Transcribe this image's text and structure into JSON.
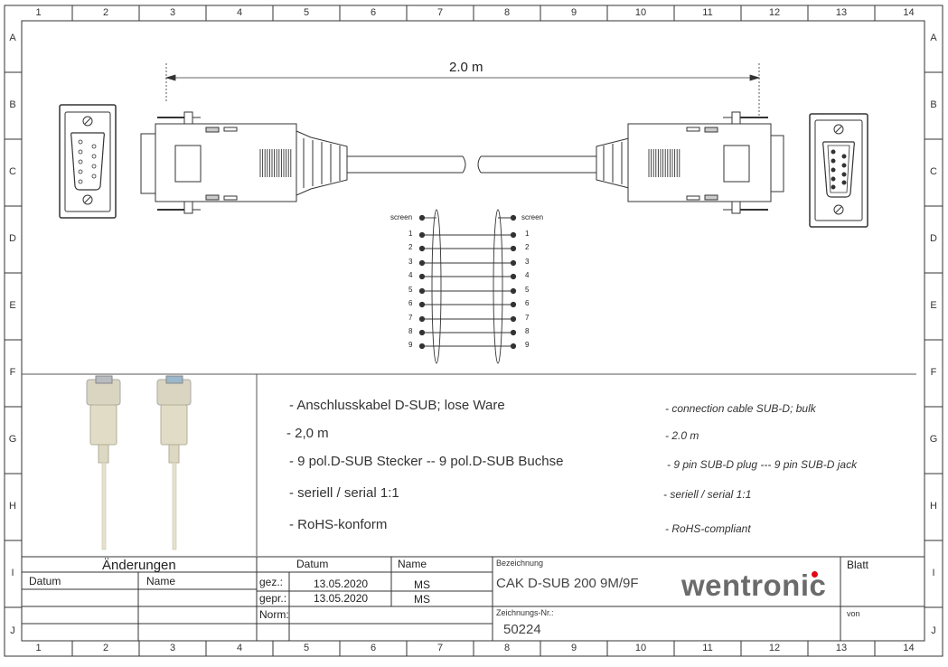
{
  "grid": {
    "columns": [
      "1",
      "2",
      "3",
      "4",
      "5",
      "6",
      "7",
      "8",
      "9",
      "10",
      "11",
      "12",
      "13",
      "14"
    ],
    "rows": [
      "A",
      "B",
      "C",
      "D",
      "E",
      "F",
      "G",
      "H",
      "I",
      "J"
    ]
  },
  "drawing": {
    "length_label": "2.0 m",
    "wiring": {
      "screen_label": "screen",
      "pins": [
        "1",
        "2",
        "3",
        "4",
        "5",
        "6",
        "7",
        "8",
        "9"
      ]
    }
  },
  "description_de": [
    "- Anschlusskabel D-SUB; lose Ware",
    "- 2,0 m",
    "- 9 pol.D-SUB Stecker -- 9 pol.D-SUB Buchse",
    "- seriell / serial 1:1",
    "- RoHS-konform"
  ],
  "description_en": [
    "- connection cable SUB-D; bulk",
    "- 2.0 m",
    "- 9 pin SUB-D plug --- 9 pin SUB-D jack",
    "- seriell / serial 1:1",
    "- RoHS-compliant"
  ],
  "title_block": {
    "changes_label": "Änderungen",
    "datum_label": "Datum",
    "name_label": "Name",
    "datum_header": "Datum",
    "name_header": "Name",
    "gez_label": "gez.:",
    "gepr_label": "gepr.:",
    "norm_label": "Norm:",
    "gez_date": "13.05.2020",
    "gez_name": "MS",
    "gepr_date": "13.05.2020",
    "gepr_name": "MS",
    "bezeichnung_label": "Bezeichnung",
    "bezeichnung": "CAK D-SUB 200 9M/9F",
    "zeichnungs_label": "Zeichnungs-Nr.:",
    "zeichnungs_nr": "50224",
    "blatt_label": "Blatt",
    "von_label": "von",
    "logo_text": "wentronic",
    "logo_dot_color": "#e30613"
  }
}
